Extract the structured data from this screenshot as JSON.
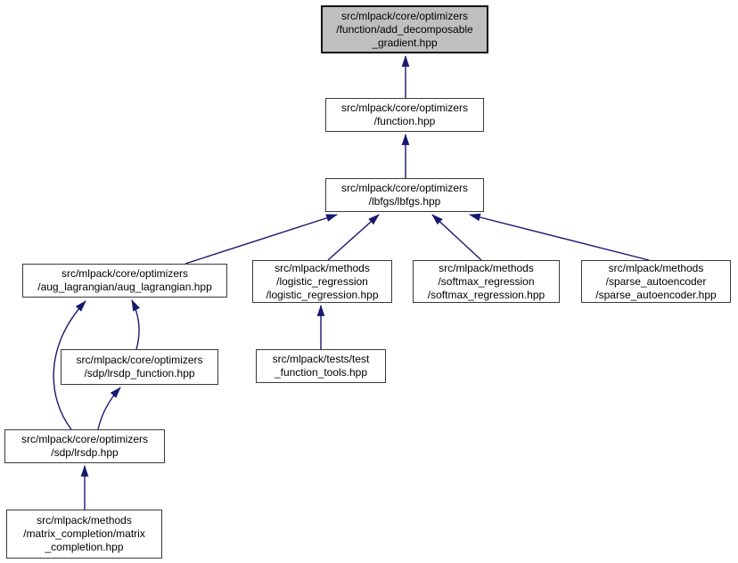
{
  "diagram": {
    "kind": "doxygen-included-by-dependency-graph",
    "background_color": "#ffffff",
    "edge_color": "#191970",
    "node_fill": "#ffffff",
    "node_border_color": "#3a3a3a",
    "highlighted_node_fill": "#bfbfbf",
    "nodes": [
      {
        "id": "add_decomposable_gradient",
        "label": "src/mlpack/core/optimizers\n/function/add_decomposable\n_gradient.hpp",
        "highlighted": true
      },
      {
        "id": "function",
        "label": "src/mlpack/core/optimizers\n/function.hpp",
        "highlighted": false
      },
      {
        "id": "lbfgs",
        "label": "src/mlpack/core/optimizers\n/lbfgs/lbfgs.hpp",
        "highlighted": false
      },
      {
        "id": "aug_lagrangian",
        "label": "src/mlpack/core/optimizers\n/aug_lagrangian/aug_lagrangian.hpp",
        "highlighted": false
      },
      {
        "id": "logistic_regression",
        "label": "src/mlpack/methods\n/logistic_regression\n/logistic_regression.hpp",
        "highlighted": false
      },
      {
        "id": "softmax_regression",
        "label": "src/mlpack/methods\n/softmax_regression\n/softmax_regression.hpp",
        "highlighted": false
      },
      {
        "id": "sparse_autoencoder",
        "label": "src/mlpack/methods\n/sparse_autoencoder\n/sparse_autoencoder.hpp",
        "highlighted": false
      },
      {
        "id": "lrsdp_function",
        "label": "src/mlpack/core/optimizers\n/sdp/lrsdp_function.hpp",
        "highlighted": false
      },
      {
        "id": "test_function_tools",
        "label": "src/mlpack/tests/test\n_function_tools.hpp",
        "highlighted": false
      },
      {
        "id": "lrsdp",
        "label": "src/mlpack/core/optimizers\n/sdp/lrsdp.hpp",
        "highlighted": false
      },
      {
        "id": "matrix_completion",
        "label": "src/mlpack/methods\n/matrix_completion/matrix\n_completion.hpp",
        "highlighted": false
      }
    ],
    "edges": [
      {
        "from": "function",
        "to": "add_decomposable_gradient"
      },
      {
        "from": "lbfgs",
        "to": "function"
      },
      {
        "from": "aug_lagrangian",
        "to": "lbfgs"
      },
      {
        "from": "logistic_regression",
        "to": "lbfgs"
      },
      {
        "from": "softmax_regression",
        "to": "lbfgs"
      },
      {
        "from": "sparse_autoencoder",
        "to": "lbfgs"
      },
      {
        "from": "test_function_tools",
        "to": "logistic_regression"
      },
      {
        "from": "lrsdp_function",
        "to": "aug_lagrangian"
      },
      {
        "from": "lrsdp",
        "to": "aug_lagrangian"
      },
      {
        "from": "lrsdp",
        "to": "lrsdp_function"
      },
      {
        "from": "matrix_completion",
        "to": "lrsdp"
      }
    ]
  }
}
